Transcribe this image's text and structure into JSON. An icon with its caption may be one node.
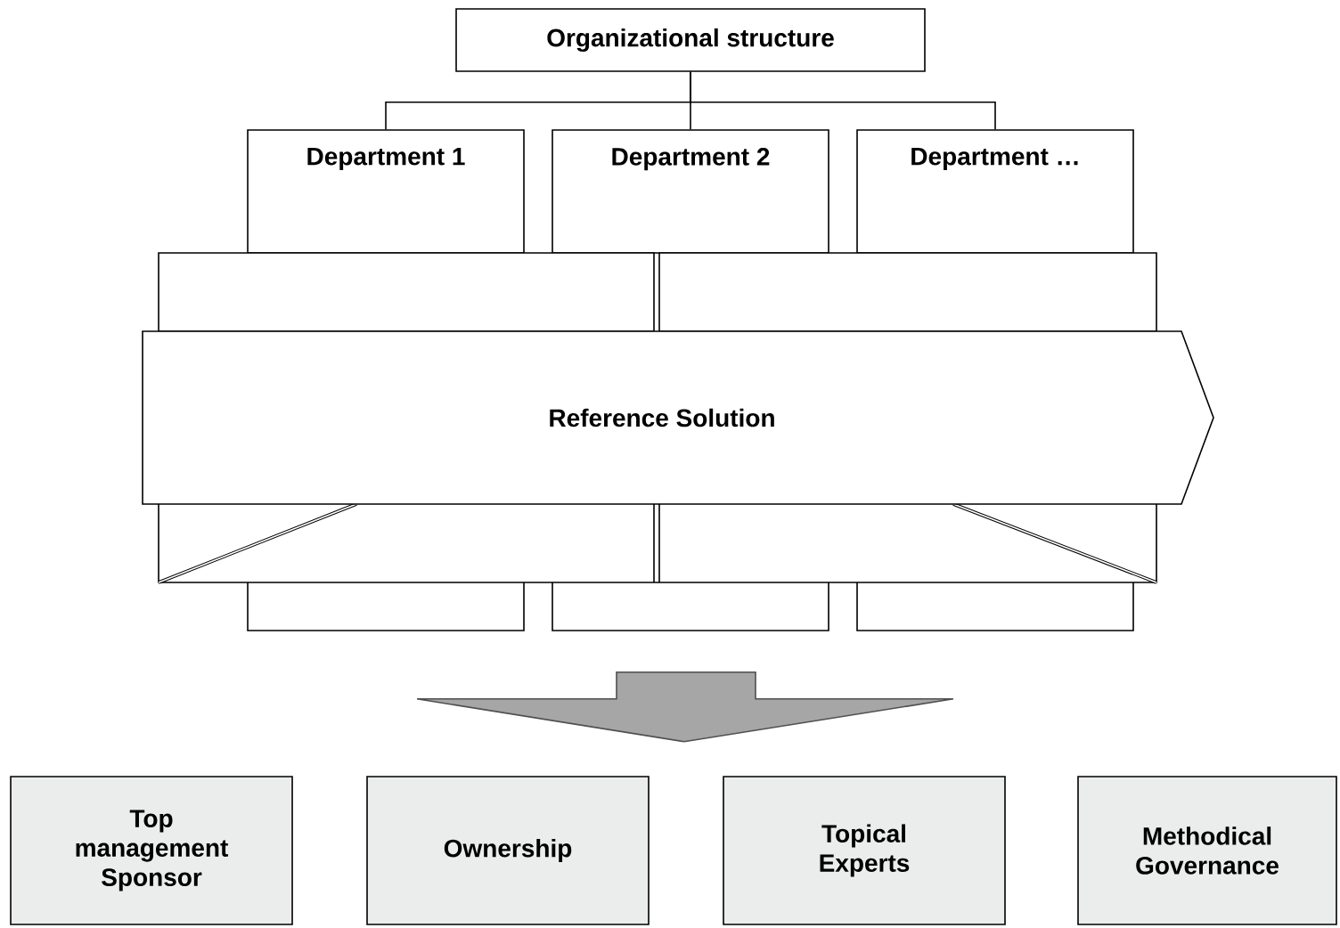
{
  "diagram": {
    "nodes": [
      {
        "text": [
          "Organizational structure"
        ]
      },
      {
        "text": [
          "Department 1"
        ]
      },
      {
        "text": [
          "Department 2"
        ]
      },
      {
        "text": [
          "Department …"
        ]
      },
      {
        "text": [],
        "shape": "box"
      },
      {
        "text": [],
        "shape": "box"
      },
      {
        "text": [
          "Reference Solution"
        ]
      },
      {
        "text": [
          "Top management Sponsor"
        ]
      },
      {
        "text": [
          "Ownership"
        ]
      },
      {
        "text": [
          "Topical Experts"
        ]
      },
      {
        "text": [
          "Methodical Governance"
        ]
      }
    ],
    "edges": [
      {
        "from": 0,
        "to": 1,
        "arrow": "none"
      },
      {
        "from": 0,
        "to": 2,
        "arrow": "none"
      },
      {
        "from": 0,
        "to": 3,
        "arrow": "none"
      },
      {
        "from": 6,
        "to": null,
        "arrow": "to"
      }
    ]
  }
}
